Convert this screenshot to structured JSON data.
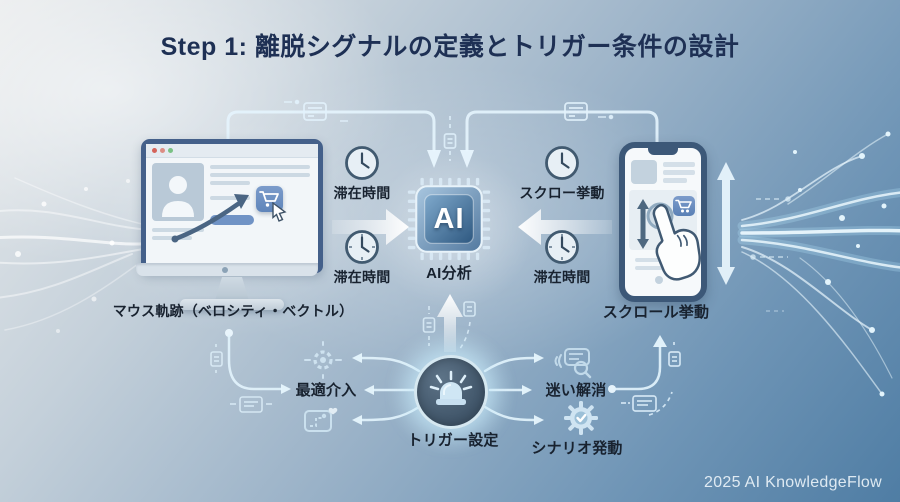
{
  "title": "Step 1: 離脱シグナルの定義とトリガー条件の設計",
  "watermark": "2025 AI KnowledgeFlow",
  "monitor": {
    "label": "マウス軌跡（ベロシティ・ベクトル）"
  },
  "phone": {
    "label": "スクロール挙動"
  },
  "chip": {
    "text": "AI",
    "label": "AI分析"
  },
  "trigger": {
    "label": "トリガー設定"
  },
  "signals": {
    "left_top": "滞在時間",
    "left_bottom": "滞在時間",
    "right_top": "スクロー挙動",
    "right_bottom": "滞在時間"
  },
  "outcomes": {
    "left": "最適介入",
    "right": "迷い解消",
    "scenario": "シナリオ発動"
  },
  "colors": {
    "background_top": "#e9ebec",
    "background_bottom": "#4f7da4",
    "title_text": "#1e3054",
    "label_text": "#18222f",
    "chip_fill": "#2e5880",
    "connector_line": "#e2f3fc",
    "device_frame": "#3c5878",
    "cart_button": "#5f85ba"
  },
  "icons": {
    "clock": "clock-icon",
    "ai_chip": "ai-chip-icon",
    "cart": "cart-icon",
    "cursor": "cursor-icon",
    "hand_tap": "hand-tap-icon",
    "scroll_arrows": "scroll-arrows-icon",
    "siren": "siren-icon",
    "gear": "gear-icon",
    "route_map": "route-map-icon",
    "chat_search": "chat-search-icon",
    "gear_check": "gear-check-icon",
    "note": "note-icon",
    "message": "message-icon"
  }
}
